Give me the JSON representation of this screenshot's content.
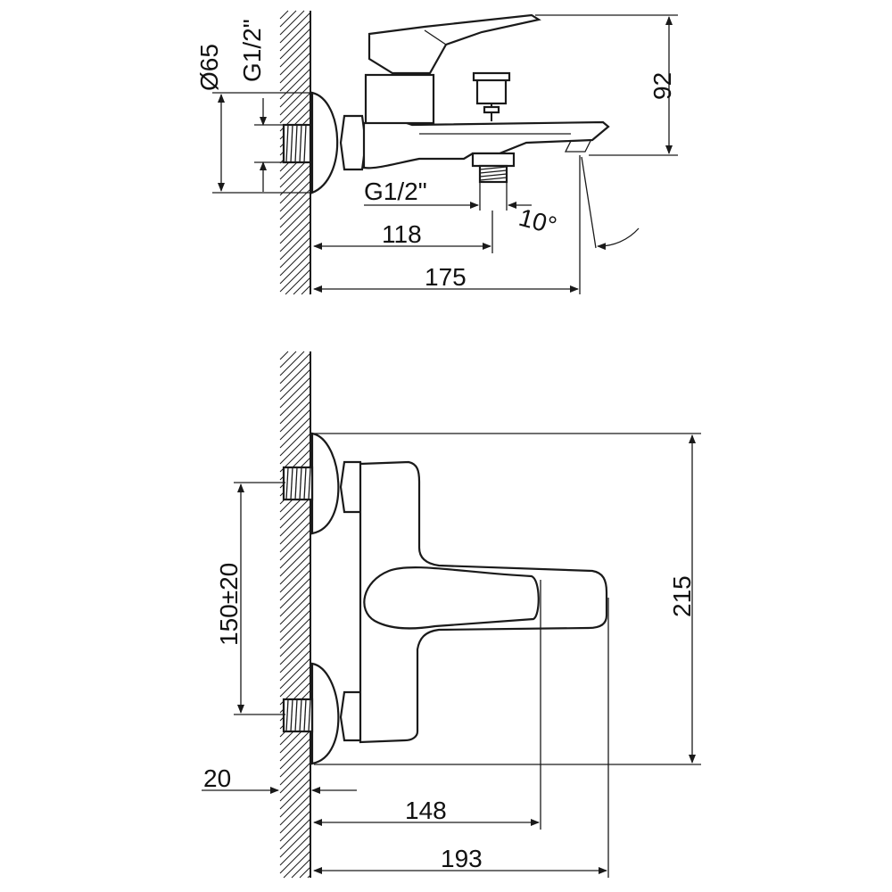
{
  "side_view": {
    "dims": {
      "dia": "Ø65",
      "thread_wall": "G1/2\"",
      "height": "92",
      "thread_outlet": "G1/2\"",
      "depth_outlet": "118",
      "depth_total": "175",
      "angle": "10°"
    }
  },
  "top_view": {
    "dims": {
      "centers": "150±20",
      "height": "215",
      "wall_offset": "20",
      "depth_lever": "148",
      "depth_total": "193"
    }
  }
}
